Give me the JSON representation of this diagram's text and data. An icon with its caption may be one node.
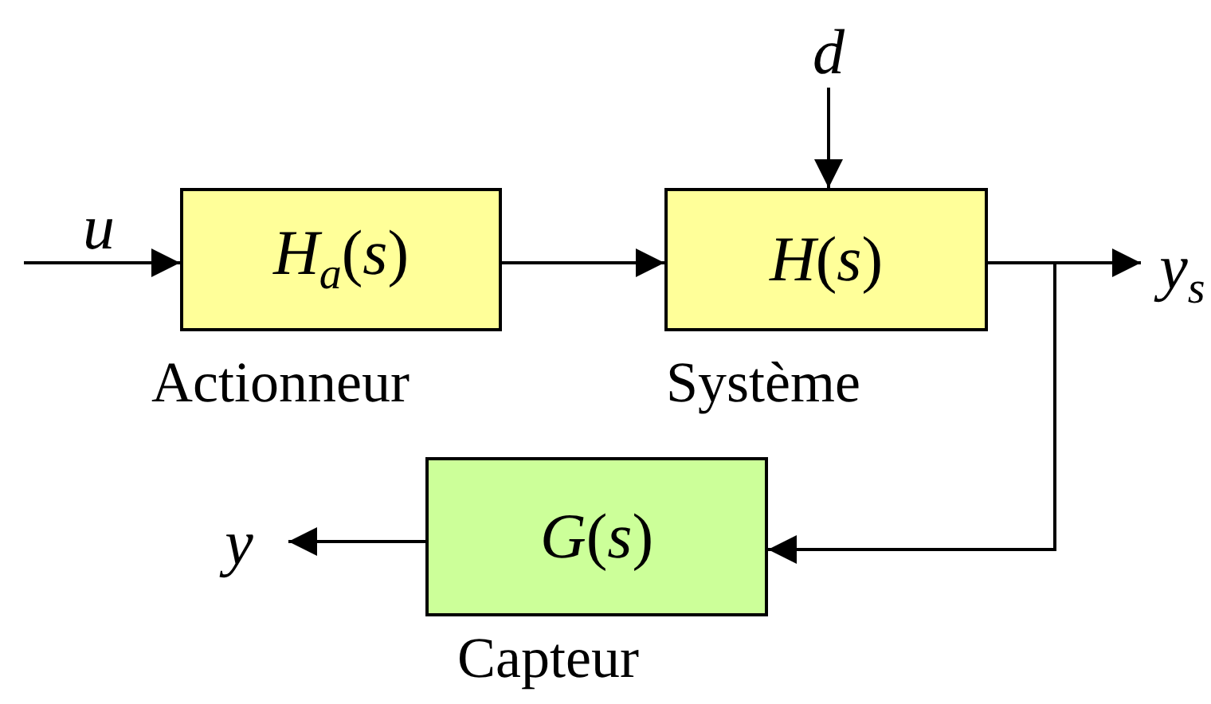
{
  "diagram": {
    "nodes": [
      {
        "text": [
          "*H*$_{a}$(*s*)"
        ],
        "beside": [
          "Actionneur"
        ]
      },
      {
        "text": [
          "*H*(*s*)"
        ],
        "beside": [
          "Système"
        ]
      },
      {
        "text": [
          "*G*(*s*)"
        ],
        "beside": [
          "Capteur"
        ]
      },
      {
        "text": [
          "d"
        ]
      },
      {
        "text": [
          "y$_{s}$"
        ]
      },
      {
        "text": [
          "y"
        ]
      }
    ],
    "edges": [
      {
        "from": null,
        "to": 0,
        "arrow": "to",
        "label": "u"
      },
      {
        "from": 0,
        "to": 1,
        "arrow": "to"
      },
      {
        "from": 3,
        "to": 1,
        "arrow": "to"
      },
      {
        "from": 1,
        "to": 4,
        "arrow": "to"
      },
      {
        "from": 1,
        "to": 2,
        "arrow": "to"
      },
      {
        "from": 2,
        "to": 5,
        "arrow": "to"
      }
    ]
  }
}
